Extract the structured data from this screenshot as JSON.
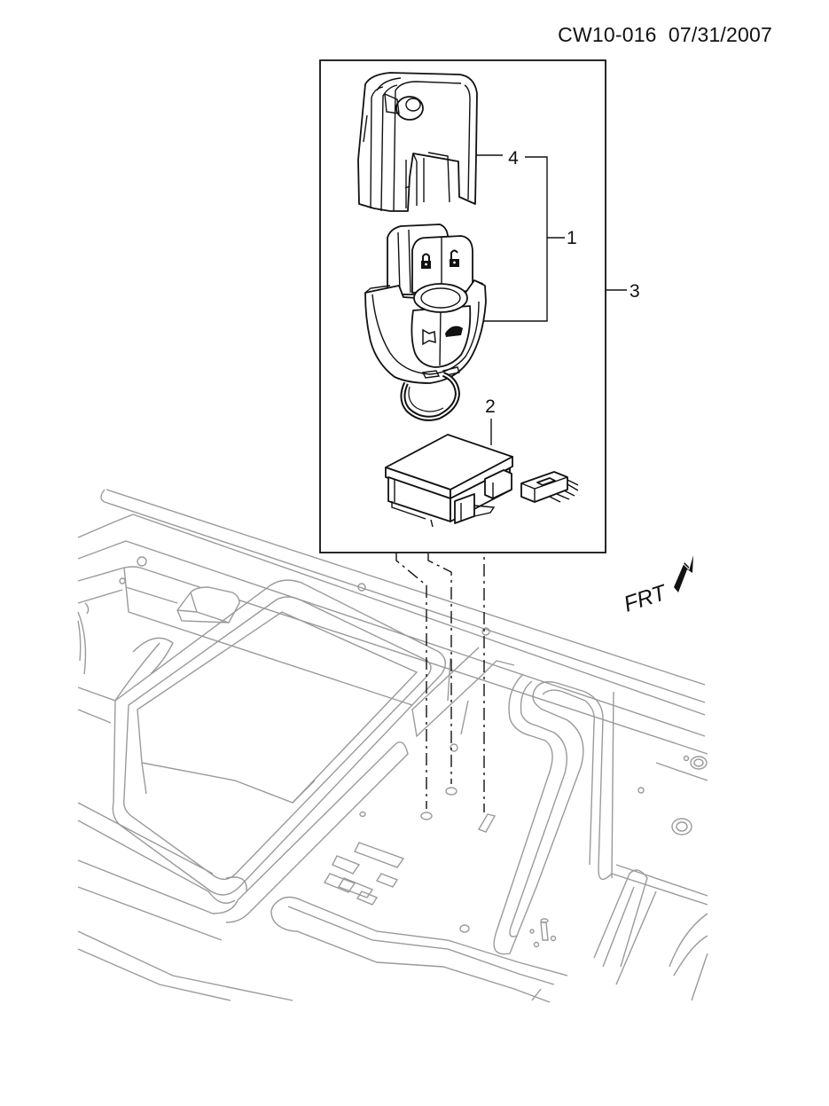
{
  "header": {
    "code": "CW10-016",
    "date": "07/31/2007"
  },
  "callouts": {
    "c1": "1",
    "c2": "2",
    "c3": "3",
    "c4": "4"
  },
  "orientation": {
    "label": "FRT"
  },
  "icons": {
    "lock": "lock-icon",
    "unlock": "unlock-icon",
    "horn": "horn-icon",
    "trunk": "trunk-icon",
    "arrow": "front-arrow-icon"
  }
}
